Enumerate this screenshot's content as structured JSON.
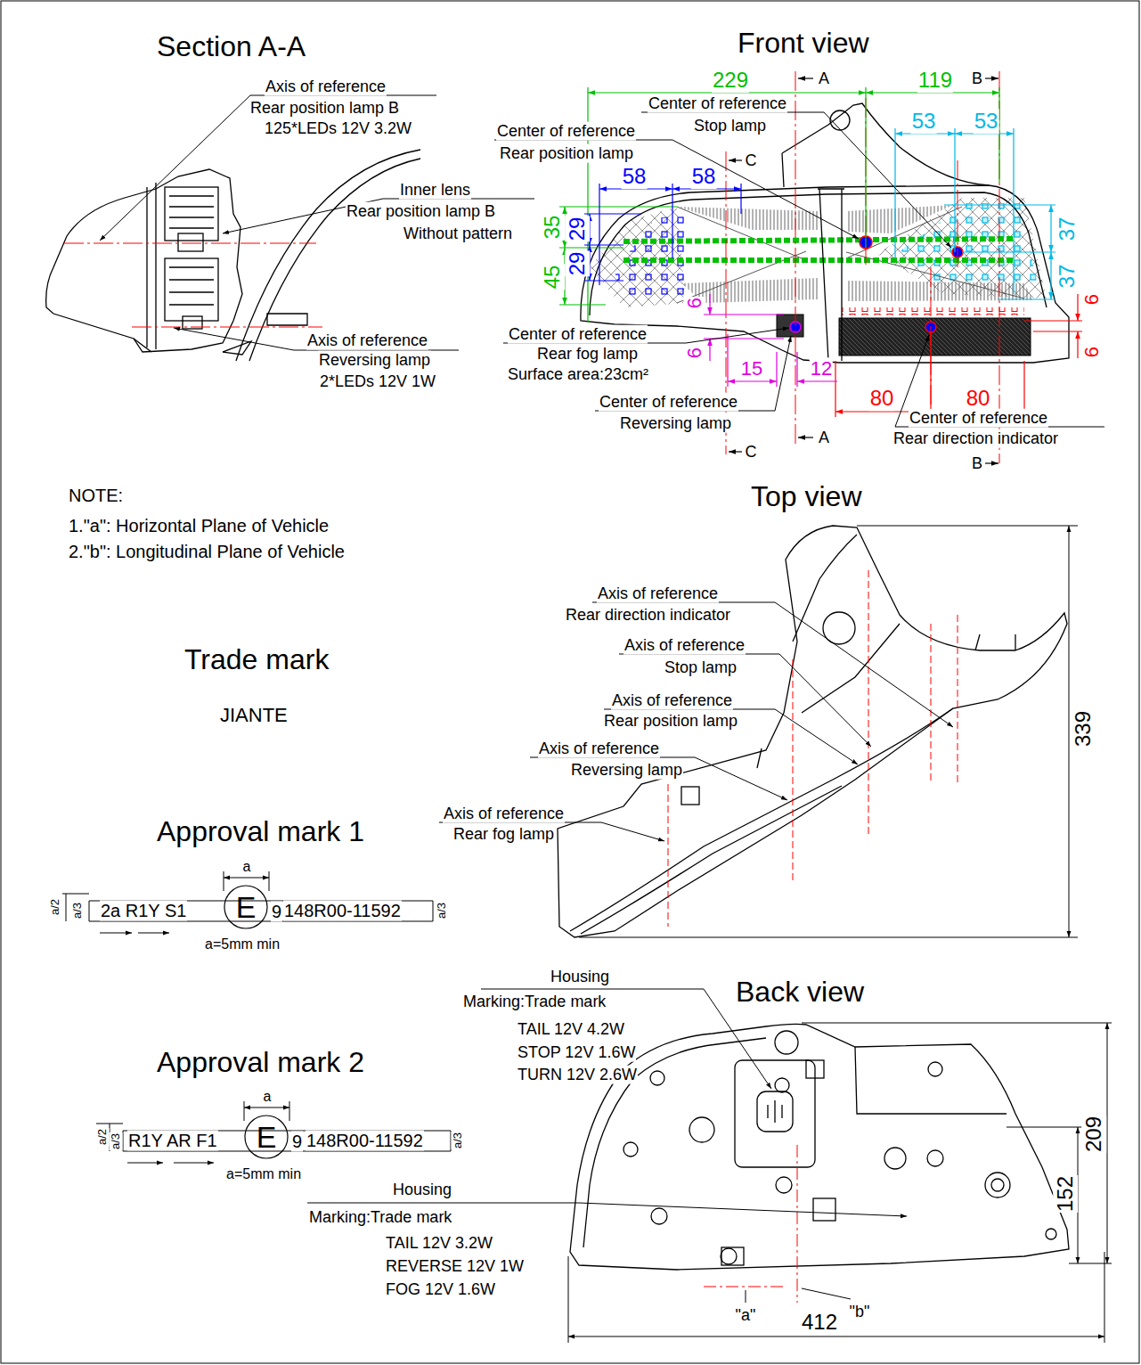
{
  "diagram": {
    "nodes": [
      {
        "text": [
          "E"
        ]
      },
      {
        "text": [
          "E"
        ]
      }
    ],
    "labels": [
      "Section A-A",
      "Axis of reference",
      "Rear position lamp B",
      "125*LEDs 12V 3.2W",
      "Inner lens",
      "Rear position lamp B",
      "Without pattern",
      "Axis of reference",
      "Reversing lamp",
      "2*LEDs 12V 1W",
      "Front view",
      "229",
      "A",
      "119",
      "B",
      "Center of reference",
      "Stop lamp",
      "Center of reference",
      "Rear position lamp",
      "C",
      "58",
      "58",
      "53",
      "53",
      "35",
      "29",
      "29",
      "45",
      "37",
      "37",
      "6",
      "6",
      "Center of reference",
      "Rear fog lamp",
      "Surface area:23cm²",
      "6",
      "6",
      "15",
      "12",
      "80",
      "80",
      "Center of reference",
      "Reversing lamp",
      "Center of reference",
      "Rear direction indicator",
      "A",
      "C",
      "B",
      "NOTE:",
      "1.\"a\": Horizontal Plane of Vehicle",
      "2.\"b\": Longitudinal Plane of Vehicle",
      "Top view",
      "Axis of reference",
      "Rear direction indicator",
      "Axis of reference",
      "Stop lamp",
      "Axis of reference",
      "Rear position lamp",
      "Axis of reference",
      "Reversing lamp",
      "Axis of reference",
      "Rear fog lamp",
      "339",
      "Trade mark",
      "JIANTE",
      "Approval mark 1",
      "a",
      "a/2",
      "a/3",
      "2a R1Y S1",
      "9",
      "148R00-11592",
      "a/3",
      "a=5mm min",
      "Approval mark 2",
      "a",
      "a/2",
      "a/3",
      "R1Y AR F1",
      "9",
      "148R00-11592",
      "a/3",
      "a=5mm min",
      "Back view",
      "Housing",
      "Marking:Trade mark",
      "TAIL 12V 4.2W",
      "STOP 12V 1.6W",
      "TURN 12V 2.6W",
      "Housing",
      "Marking:Trade mark",
      "TAIL 12V 3.2W",
      "REVERSE 12V 1W",
      "FOG 12V 1.6W",
      "152",
      "209",
      "412",
      "\"a\"",
      "\"b\""
    ]
  }
}
